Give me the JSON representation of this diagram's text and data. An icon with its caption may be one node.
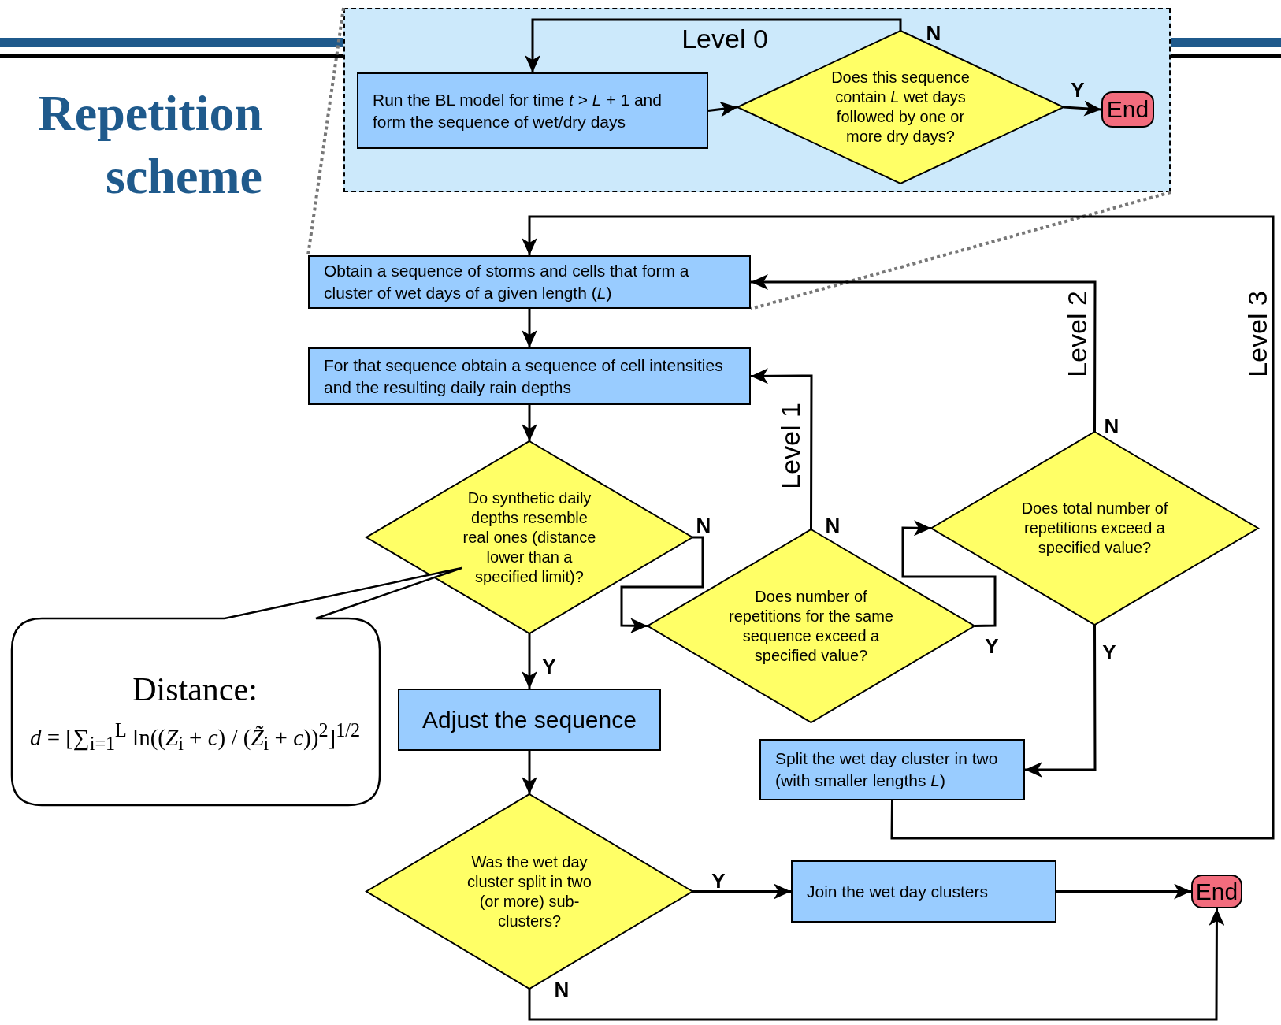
{
  "diagram": {
    "title": "Repetition scheme",
    "nodes": [
      {
        "text": [],
        "shape": "box"
      },
      {
        "text": [
          "Run the BL model for time *t* > *L* + 1 and form the sequence of wet/dry days"
        ],
        "in": 0
      },
      {
        "text": [
          "Does this sequence contain *L* wet days followed by one or more dry days?"
        ],
        "in": 0
      },
      {
        "text": [
          "End"
        ],
        "in": 0
      },
      {
        "text": [
          "Obtain a sequence of storms and cells that form a cluster of wet days of a given length (*L*)"
        ]
      },
      {
        "text": [
          "For that sequence obtain a sequence of cell intensities and the resulting daily rain depths"
        ]
      },
      {
        "text": [
          "Do synthetic daily depths resemble real ones (distance lower than a specified limit)?"
        ]
      },
      {
        "text": [
          "Distance:",
          "*d* = [∑$_{i=1}$$^{L}$ ln((*Z*$_{i}$ + *c*) / (*Z̃*$_{i}$ + *c*))$^{2}$]$^{1/2}$"
        ]
      },
      {
        "text": [
          "Does number of repetitions for the same sequence exceed a specified value?"
        ]
      },
      {
        "text": [
          "Does total number of repetitions exceed a specified value?"
        ]
      },
      {
        "text": [
          "Adjust the sequence"
        ]
      },
      {
        "text": [
          "Split the wet day cluster in two (with smaller lengths *L*)"
        ]
      },
      {
        "text": [
          "Was the wet day cluster split in two (or more) sub-clusters?"
        ]
      },
      {
        "text": [
          "Join the wet day clusters"
        ]
      },
      {
        "text": [
          "End"
        ]
      }
    ],
    "edges": [
      {
        "from": 0,
        "to": 4,
        "arrow": "none",
        "style": "dashed",
        "color": "#777777"
      },
      {
        "from": 0,
        "to": 4,
        "arrow": "none",
        "style": "dashed",
        "color": "#777777"
      },
      {
        "from": 1,
        "to": 2,
        "arrow": "to"
      },
      {
        "from": 2,
        "to": 1,
        "arrow": "to",
        "label": "N"
      },
      {
        "from": 2,
        "to": 3,
        "arrow": "to",
        "label": "Y"
      },
      {
        "from": 4,
        "to": 5,
        "arrow": "to"
      },
      {
        "from": 5,
        "to": 6,
        "arrow": "to"
      },
      {
        "from": 6,
        "to": 8,
        "arrow": "to",
        "label": "N"
      },
      {
        "from": 6,
        "to": 10,
        "arrow": "to",
        "label": "Y"
      },
      {
        "from": 8,
        "to": 5,
        "arrow": "to",
        "label": "N"
      },
      {
        "from": 8,
        "to": 9,
        "arrow": "to",
        "label": "Y"
      },
      {
        "from": 9,
        "to": 4,
        "arrow": "to",
        "label": "N"
      },
      {
        "from": 9,
        "to": 11,
        "arrow": "to",
        "label": "Y"
      },
      {
        "from": 11,
        "to": 4,
        "arrow": "to"
      },
      {
        "from": 10,
        "to": 12,
        "arrow": "to"
      },
      {
        "from": 12,
        "to": 13,
        "arrow": "to",
        "label": "Y"
      },
      {
        "from": 13,
        "to": 14,
        "arrow": "to"
      },
      {
        "from": 12,
        "to": 14,
        "arrow": "to",
        "label": "N"
      }
    ],
    "labels": [
      "Level 0",
      "Level 1",
      "Level 2",
      "Level 3"
    ]
  }
}
